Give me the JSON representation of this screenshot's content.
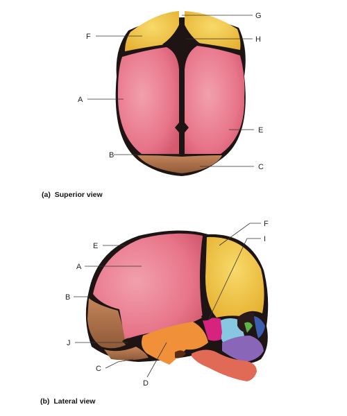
{
  "superior_view": {
    "caption_tag": "(a)",
    "caption_text": "Superior view",
    "labels": {
      "F": "F",
      "A": "A",
      "B": "B",
      "G": "G",
      "H": "H",
      "E": "E",
      "C": "C"
    }
  },
  "lateral_view": {
    "caption_tag": "(b)",
    "caption_text": "Lateral view",
    "labels": {
      "E": "E",
      "A": "A",
      "B": "B",
      "J": "J",
      "C": "C",
      "D": "D",
      "F": "F",
      "I": "I"
    }
  },
  "colors": {
    "parietal": "#e8758a",
    "frontal": "#f2c645",
    "occipital": "#b07048",
    "fontanel": "#1e1414",
    "temporal": "#f0913a",
    "sphenoid": "#d6237e",
    "zygomatic": "#87c7e2",
    "maxilla": "#8a66b8",
    "mandible": "#e06a55",
    "nasal": "#3a5fb0",
    "lacrimal": "#5cb447"
  }
}
